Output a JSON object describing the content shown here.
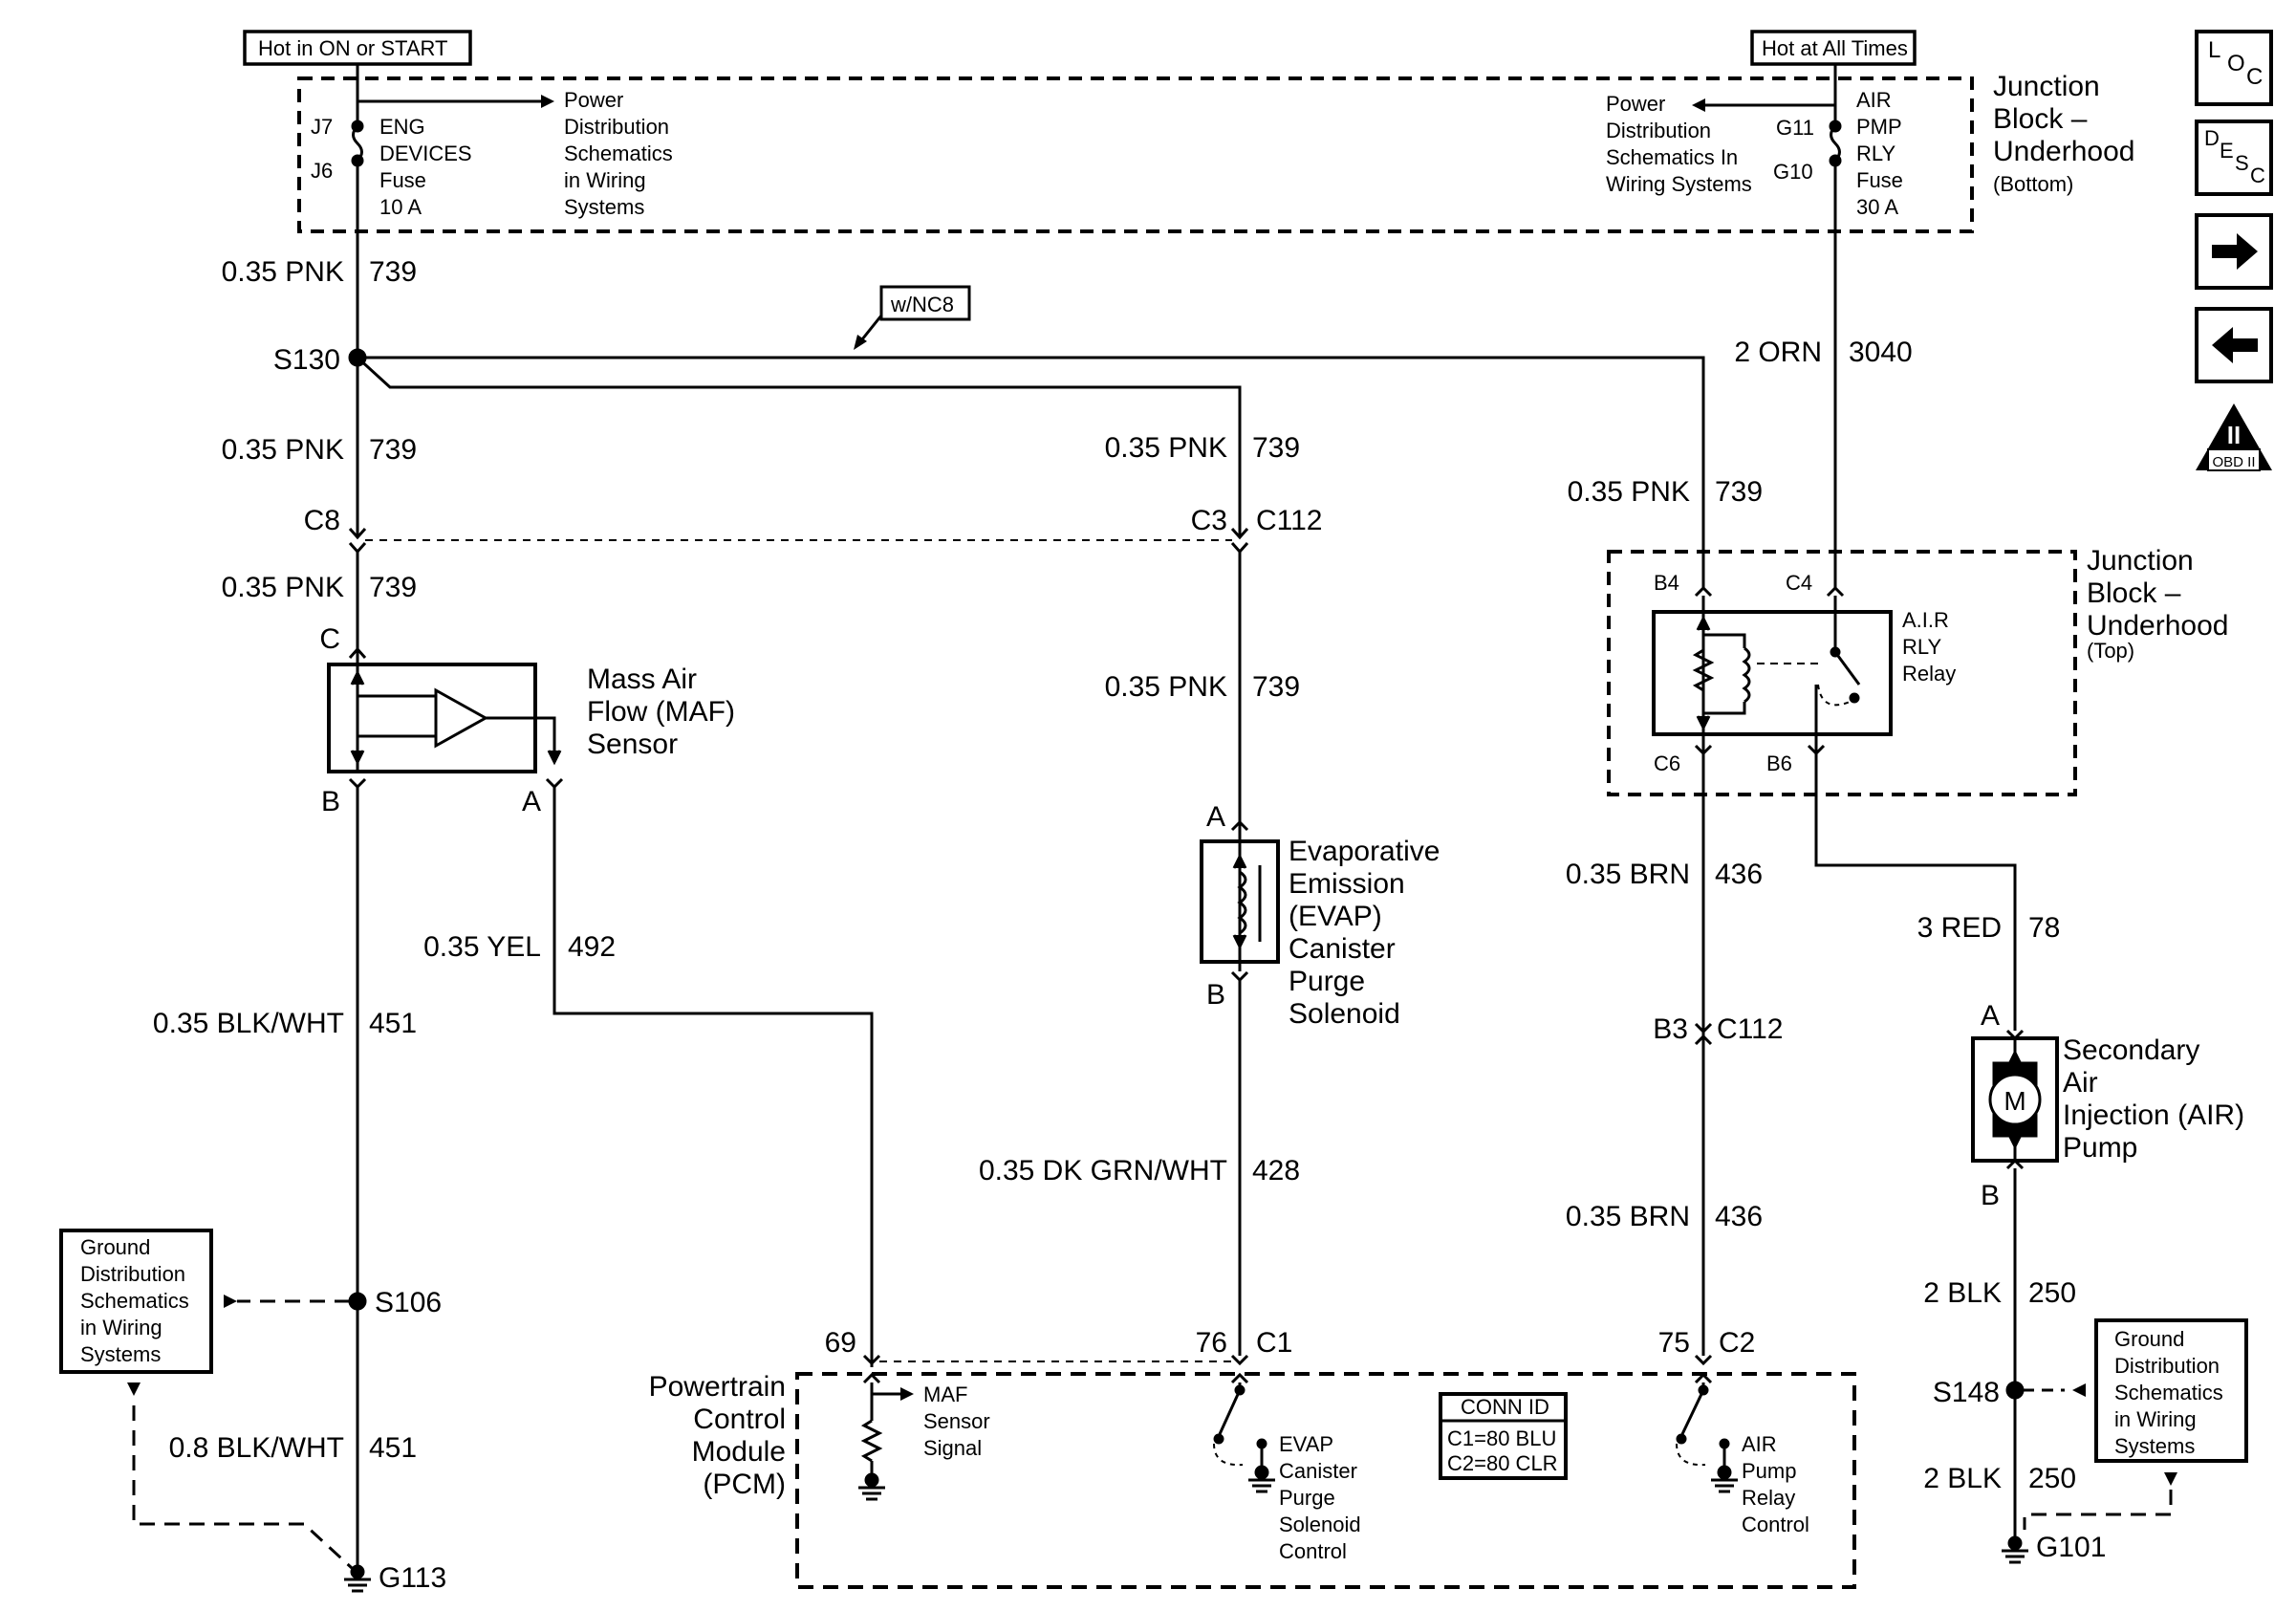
{
  "header": {
    "hot_run": "Hot in ON or START",
    "hot_always": "Hot at All Times"
  },
  "junction_block_bottom": {
    "title_1": "Junction",
    "title_2": "Block –",
    "title_3": "Underhood",
    "subtitle": "(Bottom)"
  },
  "junction_block_top": {
    "title_1": "Junction",
    "title_2": "Block –",
    "title_3": "Underhood",
    "subtitle": "(Top)"
  },
  "fuse_eng": {
    "pin_top": "J7",
    "pin_bottom": "J6",
    "line1": "ENG",
    "line2": "DEVICES",
    "line3": "Fuse",
    "line4": "10 A"
  },
  "fuse_air": {
    "pin_top": "G11",
    "pin_bottom": "G10",
    "line1": "AIR",
    "line2": "PMP",
    "line3": "RLY",
    "line4": "Fuse",
    "line5": "30 A"
  },
  "power_ref_left": [
    "Power",
    "Distribution",
    "Schematics",
    "in Wiring",
    "Systems"
  ],
  "power_ref_right": [
    "Power",
    "Distribution",
    "Schematics In",
    "Wiring Systems"
  ],
  "option_tag": "w/NC8",
  "splices": {
    "s130": "S130",
    "s106": "S106",
    "s148": "S148"
  },
  "grounds": {
    "g113": "G113",
    "g101": "G101"
  },
  "ground_ref_left": [
    "Ground",
    "Distribution",
    "Schematics",
    "in Wiring",
    "Systems"
  ],
  "ground_ref_right": [
    "Ground",
    "Distribution",
    "Schematics",
    "in Wiring",
    "Systems"
  ],
  "wires": {
    "w739_top": [
      "0.35 PNK",
      "739"
    ],
    "w739_a": [
      "0.35 PNK",
      "739"
    ],
    "w739_b": [
      "0.35 PNK",
      "739"
    ],
    "w739_c": [
      "0.35 PNK",
      "739"
    ],
    "w739_d": [
      "0.35 PNK",
      "739"
    ],
    "w739_e": [
      "0.35 PNK",
      "739"
    ],
    "w3040": [
      "2 ORN",
      "3040"
    ],
    "w492": [
      "0.35 YEL",
      "492"
    ],
    "w451_a": [
      "0.35 BLK/WHT",
      "451"
    ],
    "w451_b": [
      "0.8 BLK/WHT",
      "451"
    ],
    "w428": [
      "0.35 DK GRN/WHT",
      "428"
    ],
    "w436_a": [
      "0.35 BRN",
      "436"
    ],
    "w436_b": [
      "0.35 BRN",
      "436"
    ],
    "w78": [
      "3 RED",
      "78"
    ],
    "w250_a": [
      "2 BLK",
      "250"
    ],
    "w250_b": [
      "2 BLK",
      "250"
    ]
  },
  "connectors": {
    "c8": "C8",
    "c3": "C3",
    "c112_top": "C112",
    "maf_c": "C",
    "maf_b": "B",
    "maf_a": "A",
    "evap_a": "A",
    "evap_b": "B",
    "b4": "B4",
    "c4": "C4",
    "c6": "C6",
    "b6": "B6",
    "b3": "B3",
    "c112_mid": "C112",
    "air_a": "A",
    "air_b": "B",
    "pin69": "69",
    "pin76": "76",
    "c1": "C1",
    "pin75": "75",
    "c2": "C2"
  },
  "maf_sensor": [
    "Mass Air",
    "Flow (MAF)",
    "Sensor"
  ],
  "evap_solenoid": [
    "Evaporative",
    "Emission",
    "(EVAP)",
    "Canister",
    "Purge",
    "Solenoid"
  ],
  "air_relay": [
    "A.I.R",
    "RLY",
    "Relay"
  ],
  "air_pump": {
    "symbol": "M",
    "lines": [
      "Secondary",
      "Air",
      "Injection (AIR)",
      "Pump"
    ]
  },
  "pcm": {
    "lines": [
      "Powertrain",
      "Control",
      "Module",
      "(PCM)"
    ],
    "maf_signal": [
      "MAF",
      "Sensor",
      "Signal"
    ],
    "evap_control": [
      "EVAP",
      "Canister",
      "Purge",
      "Solenoid",
      "Control"
    ],
    "air_control": [
      "AIR",
      "Pump",
      "Relay",
      "Control"
    ],
    "conn_id": {
      "title": "CONN ID",
      "c1": "C1=80 BLU",
      "c2": "C2=80 CLR"
    }
  },
  "nav": {
    "loc": [
      "L",
      "O",
      "C"
    ],
    "desc": [
      "D",
      "E",
      "S",
      "C"
    ],
    "obd": {
      "numeral": "II",
      "label": "OBD II"
    }
  }
}
